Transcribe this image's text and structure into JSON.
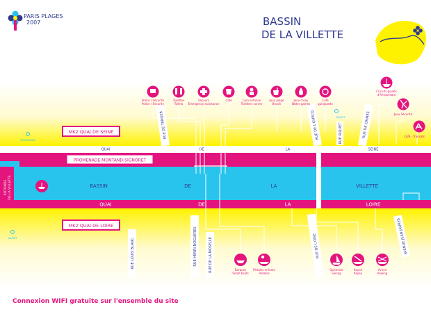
{
  "logo": {
    "line1": "PARIS PLAGES",
    "line2": "2007"
  },
  "title": {
    "line1": "BASSIN",
    "line2": "DE LA VILLETTE"
  },
  "colors": {
    "pink": "#e4147f",
    "cyan": "#29c4ee",
    "yellow": "#fff200",
    "navy": "#2f3a8f"
  },
  "roads": {
    "quai_seine": [
      "QUAI",
      "DE",
      "LA",
      "SEINE"
    ],
    "quai_loire": [
      "QUAI",
      "DE",
      "LA",
      "LOIRE"
    ]
  },
  "basin_words": [
    "BASSIN",
    "DE",
    "LA",
    "VILLETTE"
  ],
  "banners": {
    "seine": "MK2 QUAI DE SEINE",
    "loire": "MK2 QUAI DE LOIRE",
    "promenade": "PROMENADE MONTAND-SIGNORET"
  },
  "side_label": {
    "line1": "ROTONDE",
    "line2": "DE LA VILLETTE"
  },
  "stations": {
    "top_left": "STALINGRAD",
    "top_right": "RIQUET",
    "bottom_left": "JAURES"
  },
  "top_services": [
    {
      "icon": "police-icon",
      "label1": "Police / Sécurité",
      "label2": "Police / Security"
    },
    {
      "icon": "toilets-icon",
      "label1": "Toilettes",
      "label2": "Toilets"
    },
    {
      "icon": "first-aid-icon",
      "label1": "Secours",
      "label2": "Emergency assistance"
    },
    {
      "icon": "cafe-icon",
      "label1": "Café",
      "label2": ""
    },
    {
      "icon": "baby-icon",
      "label1": "Coin enfance",
      "label2": "Toddlers corner"
    },
    {
      "icon": "beach-games-icon",
      "label1": "Jeux plage",
      "label2": "Beach"
    },
    {
      "icon": "water-drop-icon",
      "label1": "Jeux d'eau",
      "label2": "Water games"
    },
    {
      "icon": "cafe-games-icon",
      "label1": "Café",
      "label2": "guinguette"
    }
  ],
  "right_services": [
    {
      "icon": "boat-icon",
      "label1": "Circuits guidés",
      "label2": "d'Amsterdam"
    },
    {
      "icon": "windmill-icon",
      "label1": "Jeux Sécurité",
      "label2": ""
    },
    {
      "icon": "chair-icon",
      "label1": "Café - Transats",
      "label2": ""
    }
  ],
  "streets": [
    "RUE DE TANGER",
    "RUE DE L'OURCQ",
    "RUE DE CRIMÉE",
    "RUE RIQUET",
    "RUE LOUIS BLANC",
    "RUE HENRI NOGUERES",
    "RUE DE LA MOSELLE",
    "RUE DE L'OISE",
    "AVENUE JEAN JAURES"
  ],
  "bottom_services": [
    {
      "icon": "boat-icon",
      "label1": "Barques",
      "label2": "Small boats"
    },
    {
      "icon": "pedal-boat-icon",
      "label1": "Pédalos enfants",
      "label2": "Pedalos"
    },
    {
      "icon": "sailing-icon",
      "label1": "Optimiste",
      "label2": "Sailing"
    },
    {
      "icon": "kayak-icon",
      "label1": "Kayak",
      "label2": "Kayak"
    },
    {
      "icon": "rowing-icon",
      "label1": "Aviron",
      "label2": "Rowing"
    }
  ],
  "footer": "Connexion WIFI gratuite sur l'ensemble du site"
}
